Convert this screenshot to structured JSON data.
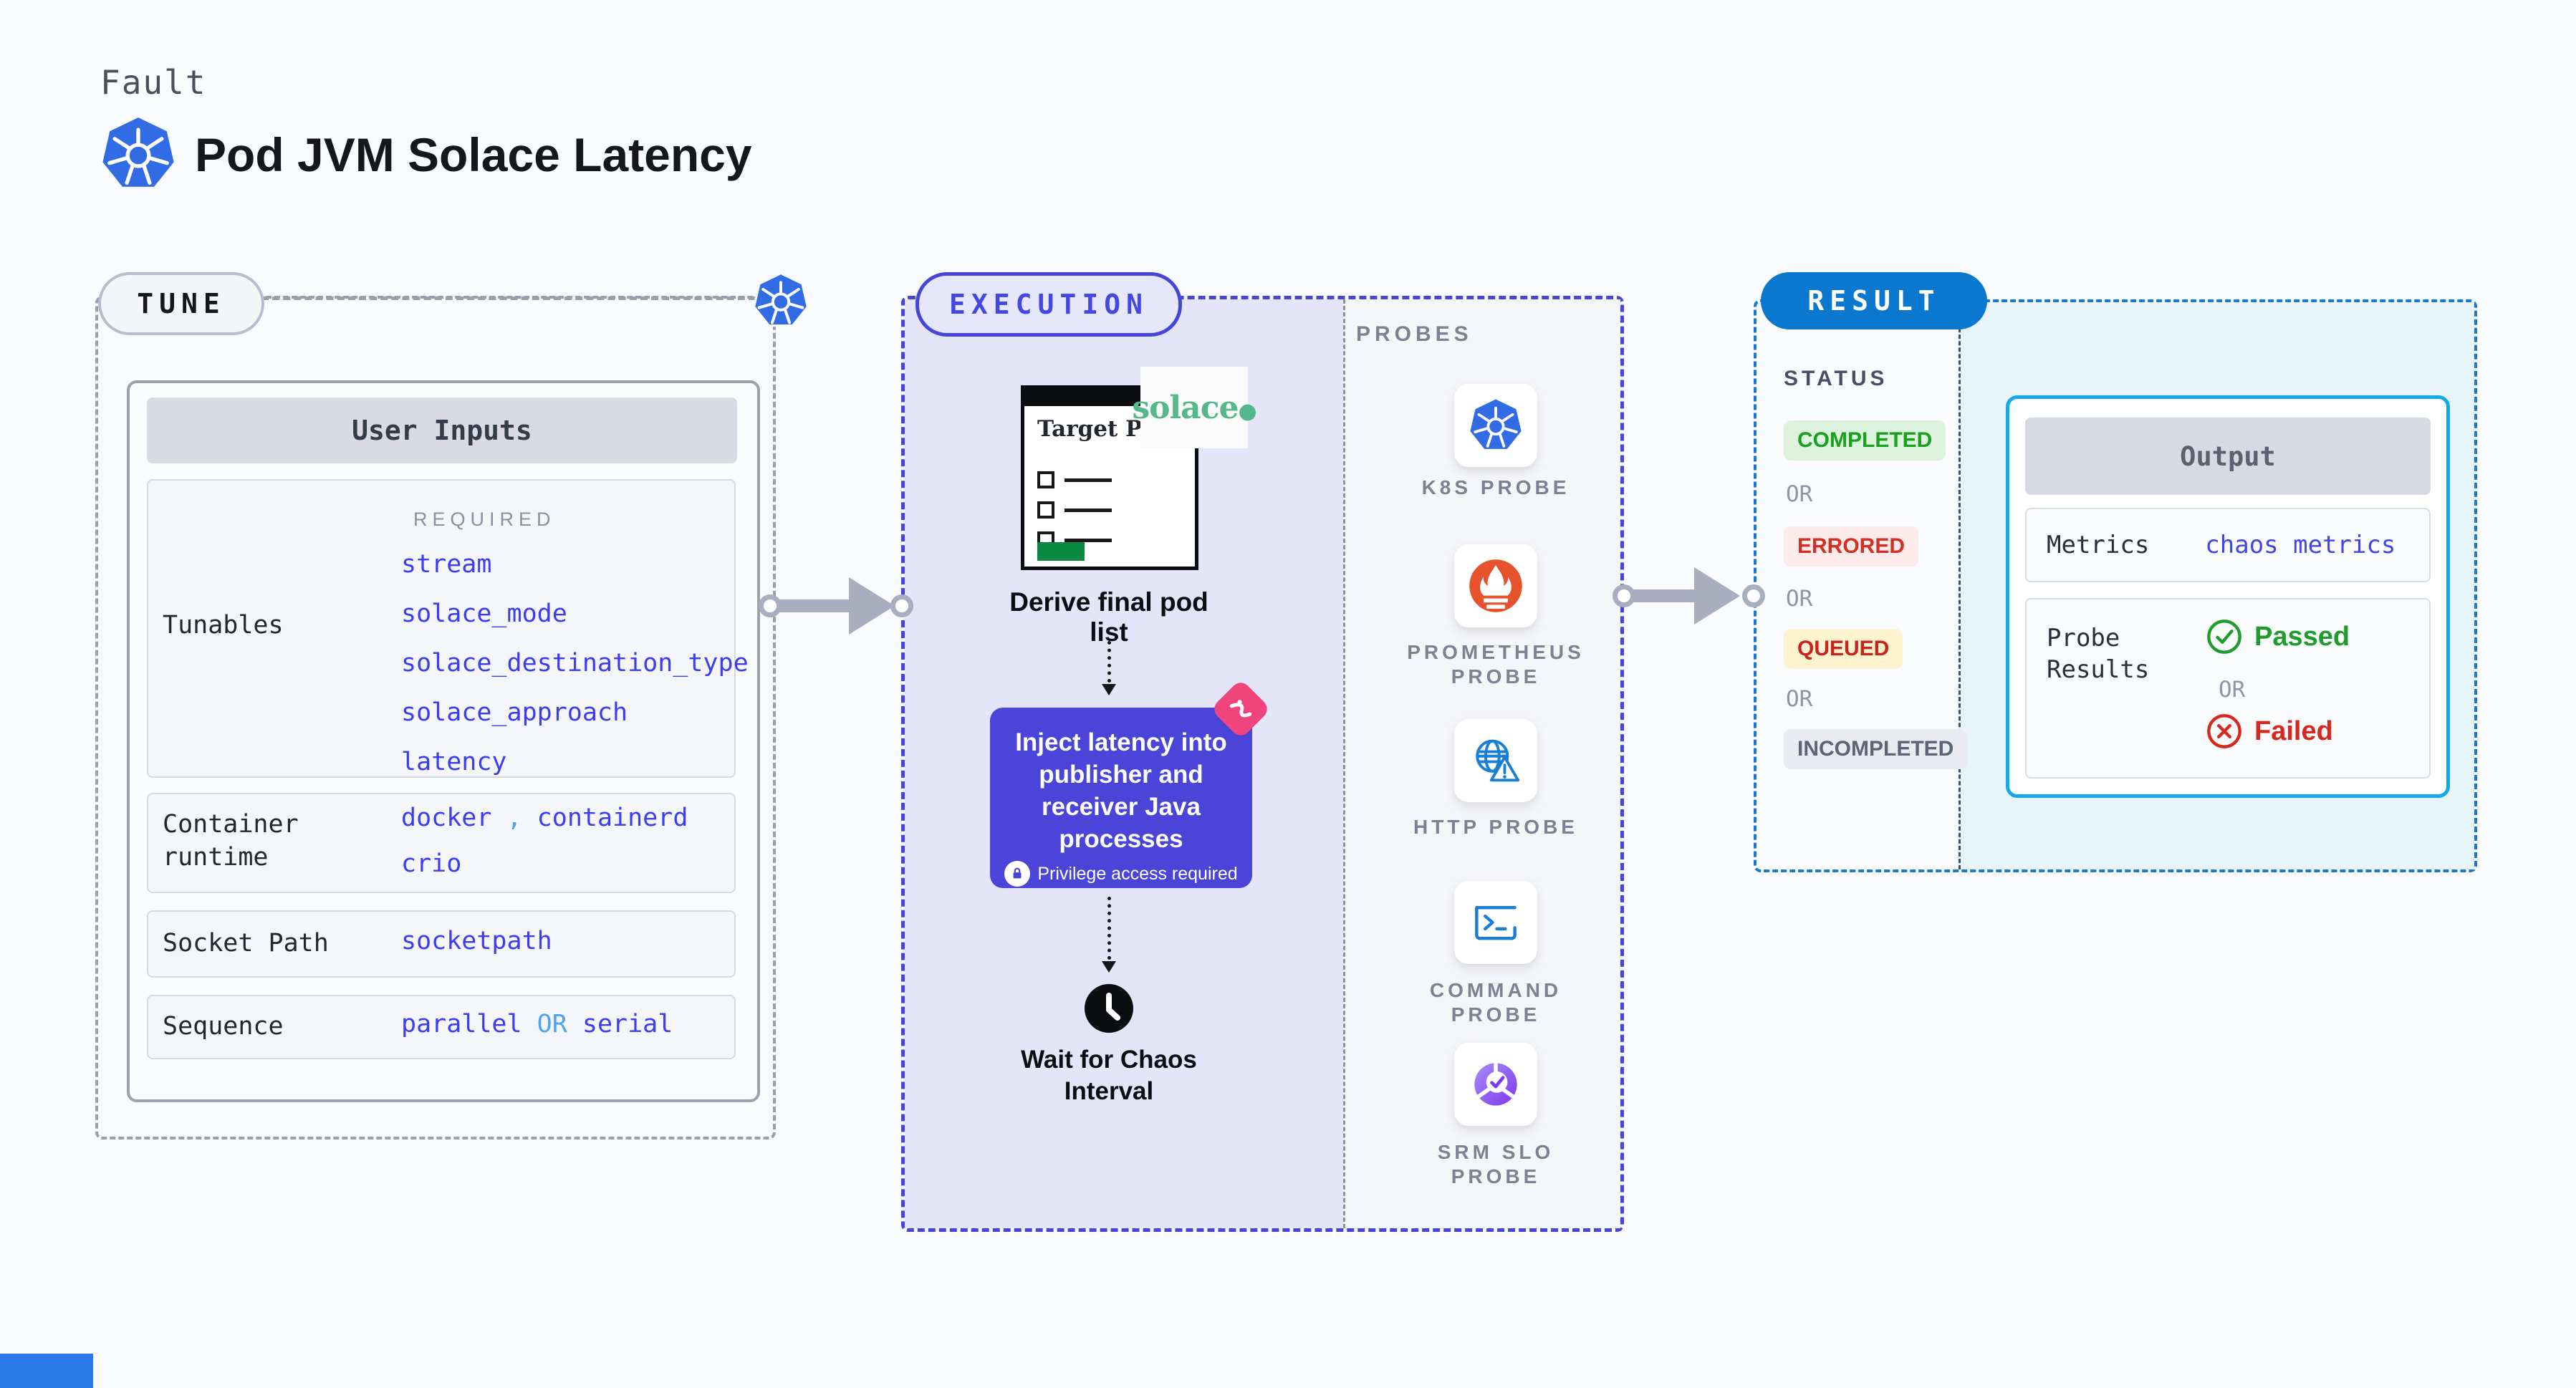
{
  "header": {
    "eyebrow": "Fault",
    "title": "Pod JVM Solace Latency"
  },
  "tune": {
    "badge_label": "TUNE",
    "user_inputs": {
      "title": "User Inputs",
      "required_label": "REQUIRED",
      "tunables_label": "Tunables",
      "tunable_links": [
        "stream",
        "solace_mode",
        "solace_destination_type",
        "solace_approach",
        "latency"
      ],
      "container_runtime_label": "Container runtime",
      "container_runtime_value1": "docker",
      "container_runtime_separator": ",",
      "container_runtime_value2": "containerd",
      "container_runtime_value3": "crio",
      "socket_path_label": "Socket Path",
      "socket_path_value": "socketpath",
      "sequence_label": "Sequence",
      "sequence_value1": "parallel",
      "sequence_or": "OR",
      "sequence_value2": "serial"
    }
  },
  "execution": {
    "badge_label": "EXECUTION",
    "target_window_title": "Target Pods",
    "solace_logo_text": "solace",
    "derive_label": "Derive final pod list",
    "inject_text": "Inject latency into publisher and receiver Java processes",
    "privilege_note": "Privilege access required",
    "wait_label": "Wait for Chaos Interval",
    "probes_heading": "PROBES",
    "probes": [
      {
        "label": "K8S PROBE"
      },
      {
        "label": "PROMETHEUS PROBE"
      },
      {
        "label": "HTTP PROBE"
      },
      {
        "label": "COMMAND PROBE"
      },
      {
        "label": "SRM SLO PROBE"
      }
    ]
  },
  "result": {
    "badge_label": "RESULT",
    "status_heading": "STATUS",
    "or_label": "OR",
    "statuses": [
      {
        "label": "COMPLETED",
        "text_color": "#18a11d",
        "bg_color": "#def3de"
      },
      {
        "label": "ERRORED",
        "text_color": "#d32f22",
        "bg_color": "#fcebea"
      },
      {
        "label": "QUEUED",
        "text_color": "#c8231c",
        "bg_color": "#fdf3cf"
      },
      {
        "label": "INCOMPLETED",
        "text_color": "#5d6478",
        "bg_color": "#e9ebf1"
      }
    ],
    "output": {
      "title": "Output",
      "metrics_label": "Metrics",
      "metrics_link": "chaos metrics",
      "probe_results_label": "Probe Results",
      "passed_label": "Passed",
      "or_label": "OR",
      "failed_label": "Failed"
    }
  },
  "colors": {
    "accent_indigo": "#4745d9",
    "accent_blue": "#0b78d0",
    "link_blue": "#3c3cf2",
    "link_light_blue": "#4da3f5",
    "passed_green": "#1f9d2c",
    "failed_red": "#d6281e",
    "kubernetes_blue": "#326ce5",
    "prometheus_orange": "#e6522c",
    "solace_green": "#56b78b",
    "inject_purple": "#4b44d8",
    "pink_badge": "#f0447c",
    "lavender_bg": "#e5e5fa",
    "cyan_bg": "#e7f5fb"
  }
}
